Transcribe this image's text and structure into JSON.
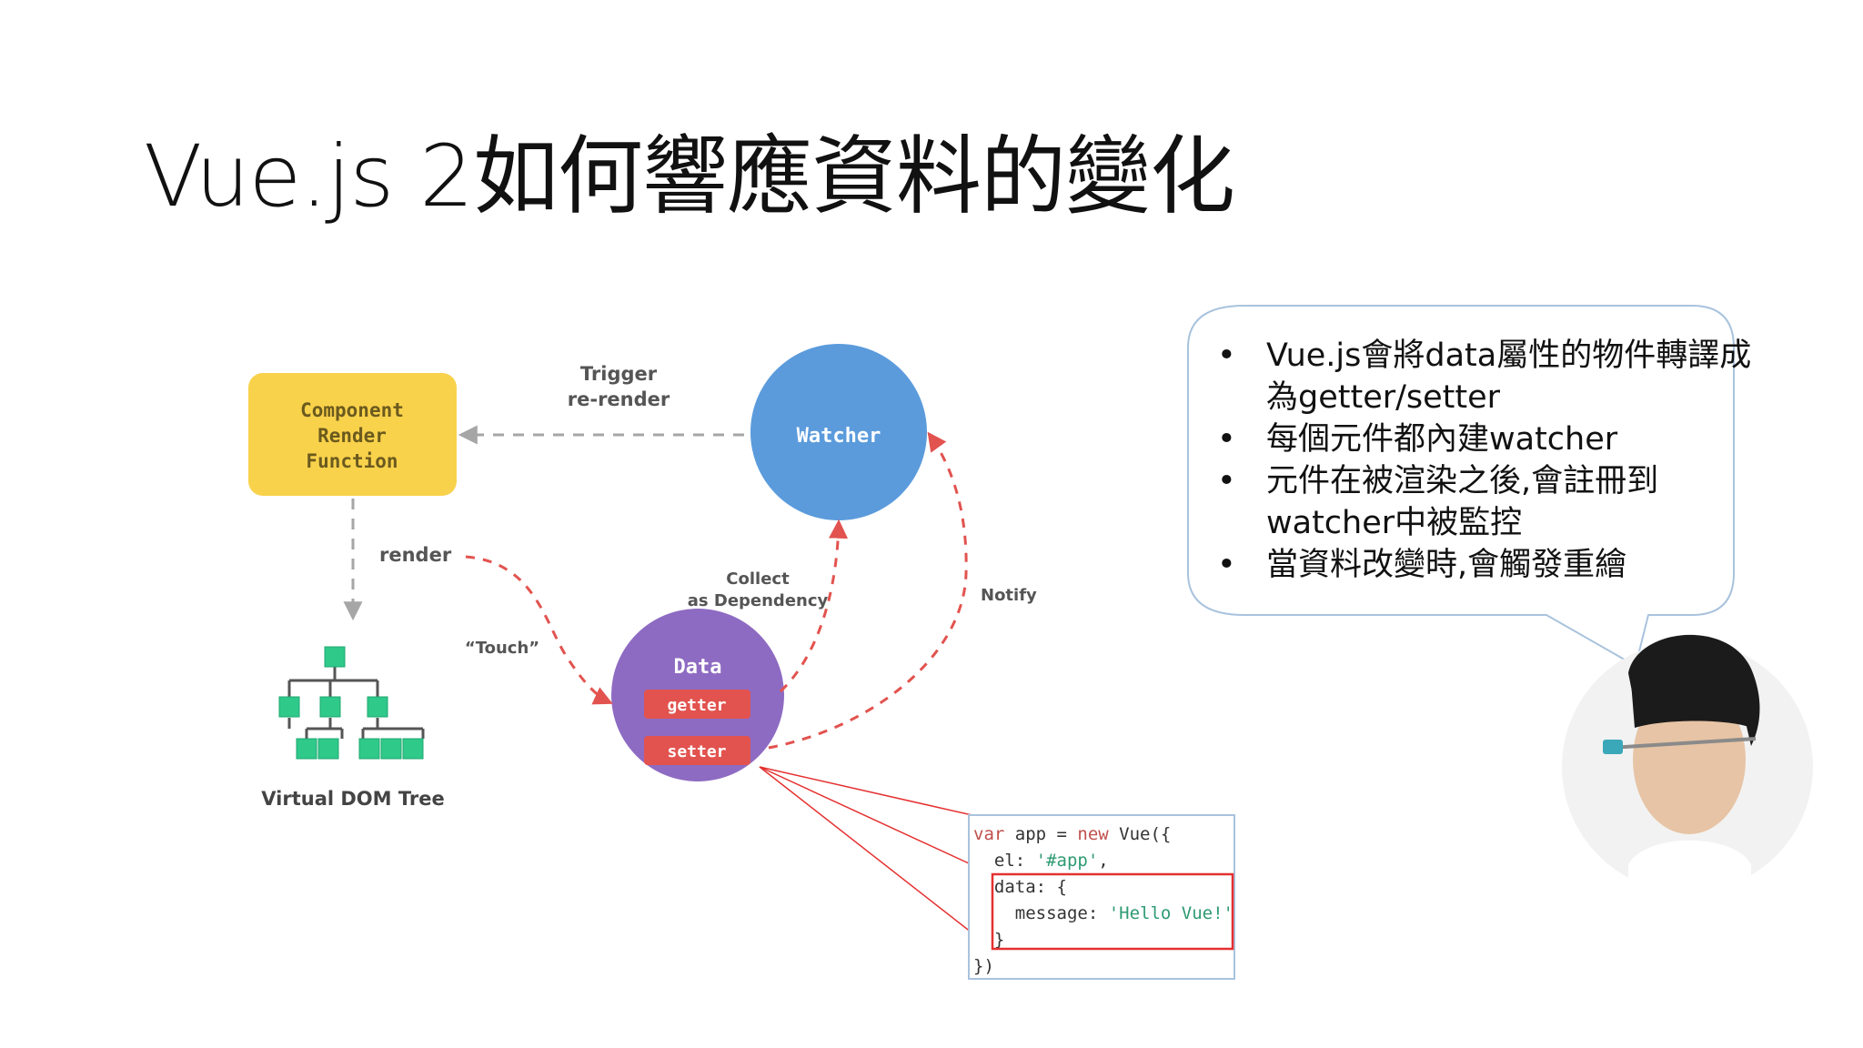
{
  "title": "Vue.js 2如何響應資料的變化",
  "diagram": {
    "component_box": {
      "line1": "Component",
      "line2": "Render",
      "line3": "Function"
    },
    "watcher_label": "Watcher",
    "data_label": "Data",
    "getter_label": "getter",
    "setter_label": "setter",
    "trigger_label": {
      "line1": "Trigger",
      "line2": "re-render"
    },
    "render_label": "render",
    "touch_label": "“Touch”",
    "collect_label": {
      "line1": "Collect",
      "line2": "as Dependency"
    },
    "notify_label": "Notify",
    "vdom_label": "Virtual DOM Tree"
  },
  "code": {
    "line1": {
      "kw1": "var",
      "mid": " app = ",
      "kw2": "new",
      "tail": " Vue({"
    },
    "line2": {
      "key": "  el: ",
      "str": "'#app'",
      "tail": ","
    },
    "line3": "  data: {",
    "line4": {
      "key": "    message: ",
      "str": "'Hello Vue!'"
    },
    "line5": "  }",
    "line6": "})"
  },
  "bubble_items": [
    "Vue.js會將data屬性的物件轉譯成為getter/setter",
    "每個元件都內建watcher",
    "元件在被渲染之後,會註冊到watcher中被監控",
    "當資料改變時,會觸發重繪"
  ],
  "colors": {
    "component_fill": "#f9d24b",
    "watcher_fill": "#5b9bdc",
    "data_fill": "#8e6bc2",
    "pill_fill": "#e2534f",
    "arrow_red": "#e2534f",
    "arrow_gray": "#a6a6a6",
    "tree_green": "#2fc98a",
    "highlight_red": "#e53030",
    "bubble_border": "#a9c3dd"
  }
}
